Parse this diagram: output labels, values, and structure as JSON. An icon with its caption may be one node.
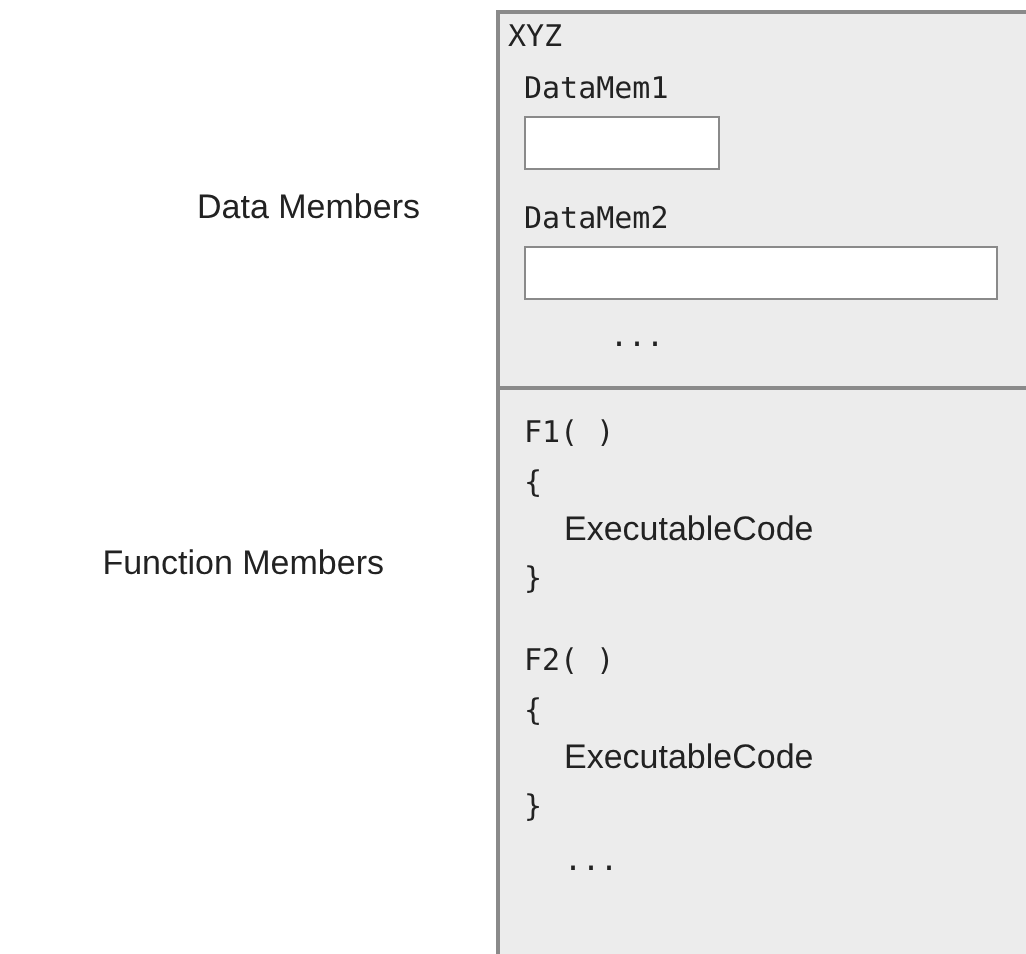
{
  "diagram": {
    "nodes": [
      {
        "text": [
          "XYZ"
        ]
      },
      {
        "text": [
          "..."
        ],
        "in": 0
      },
      {
        "text": [
          "DataMem1"
        ],
        "in": 1
      },
      {
        "text": [
          "DataMem2"
        ],
        "in": 1
      },
      {
        "text": [
          "F1( )",
          "{",
          "ExecutableCode",
          "}",
          "F2( )",
          "{",
          "ExecutableCode",
          "}",
          "..."
        ],
        "in": 0
      }
    ],
    "labels": [
      "Data Members",
      "Function Members"
    ]
  }
}
